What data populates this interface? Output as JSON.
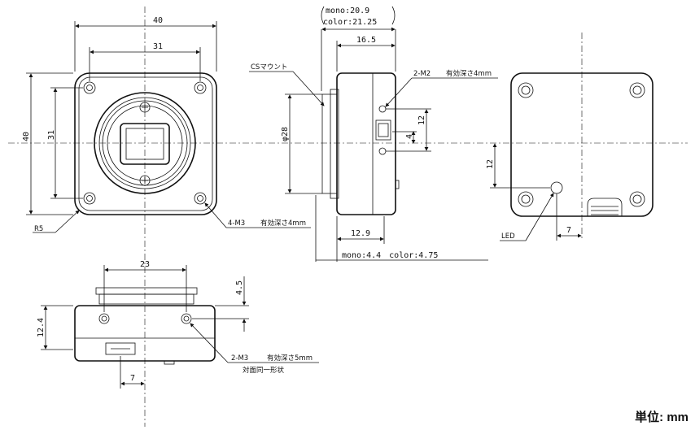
{
  "front_view": {
    "dim_width": "40",
    "dim_hole_pitch_h": "31",
    "dim_height": "40",
    "dim_hole_pitch_v": "31",
    "corner_radius": "R5",
    "mount_holes": "4-M3",
    "mount_holes_depth": "有効深さ4mm"
  },
  "side_view": {
    "length_note_mono": "mono:20.9",
    "length_note_color": "color:21.25",
    "dim_body_length": "16.5",
    "cs_mount": "CSマウント",
    "thread_holes": "2-M2",
    "thread_holes_depth": "有効深さ4mm",
    "dim_hole_pitch": "12",
    "dim_offset": "4",
    "dim_diameter": "φ28",
    "dim_bottom_length": "12.9",
    "flange_note": "mono:4.4　color:4.75"
  },
  "rear_view": {
    "dim_led_height": "12",
    "dim_led_offset": "7",
    "led_label": "LED"
  },
  "bottom_view": {
    "dim_hole_pitch": "23",
    "dim_height": "4.5",
    "dim_total_height": "12.4",
    "dim_connector": "7",
    "bottom_holes": "2-M3",
    "bottom_holes_depth": "有効深さ5mm",
    "symmetric_note": "対面同一形状"
  },
  "unit_label": "単位: mm"
}
